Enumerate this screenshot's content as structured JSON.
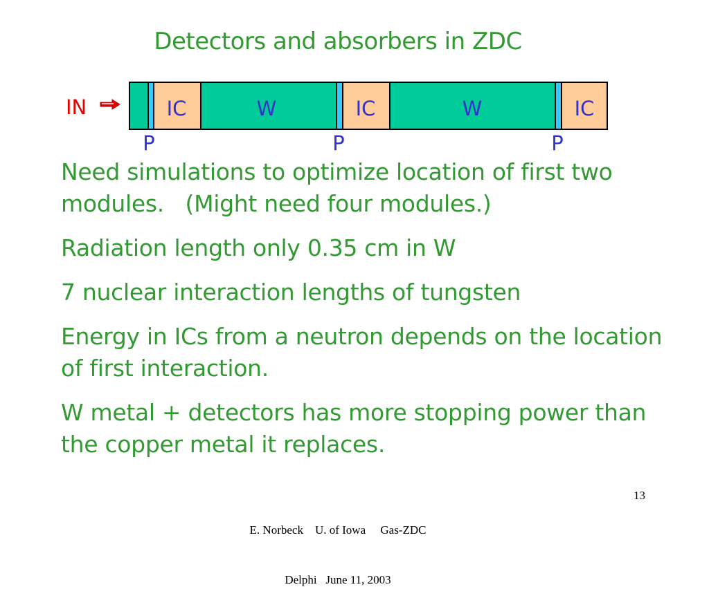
{
  "title": "Detectors and absorbers in ZDC",
  "diagram": {
    "in_label": "IN",
    "segments": [
      "IC",
      "W",
      "IC",
      "W",
      "IC"
    ],
    "p_labels": [
      "P",
      "P",
      "P"
    ]
  },
  "bullets": [
    "Need simulations to optimize location of first two modules.   (Might need four modules.)",
    "Radiation length only 0.35 cm in W",
    "7 nuclear interaction lengths of tungsten",
    "Energy in ICs from a neutron depends on the location of first interaction.",
    "W metal + detectors has more stopping power than the copper metal it replaces."
  ],
  "footer": {
    "line1": "E. Norbeck    U. of Iowa     Gas-ZDC",
    "line2": "Delphi   June 11, 2003",
    "page": "13"
  },
  "colors": {
    "title_text": "#339933",
    "in_label": "#e00000",
    "absorber_W": "#00cc99",
    "ion_chamber_IC": "#ffcc99",
    "plate_P": "#33ccff",
    "segment_labels": "#3333cc"
  }
}
